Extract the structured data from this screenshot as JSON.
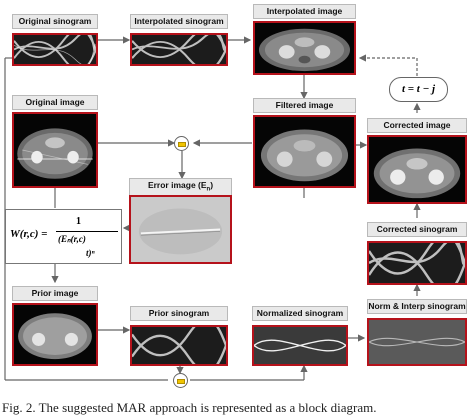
{
  "nodes": {
    "original_sinogram": "Original sinogram",
    "interpolated_sinogram": "Interpolated sinogram",
    "interpolated_image": "Interpolated image",
    "original_image": "Original image",
    "filtered_image": "Filtered image",
    "corrected_image": "Corrected image",
    "error_image": "Error image (E",
    "error_image_sub": "n",
    "error_image_close": ")",
    "corrected_sinogram": "Corrected sinogram",
    "prior_image": "Prior image",
    "prior_sinogram": "Prior sinogram",
    "normalized_sinogram": "Normalized sinogram",
    "norm_interp_sinogram": "Norm  & Interp sinogram"
  },
  "formula": {
    "lhs": "W(r,c) =",
    "numerator": "1",
    "denominator": "(Eₙ(r,c)",
    "denominator_tail": "t)ⁿ"
  },
  "update_rule": "t = t − j",
  "caption": "Fig. 2. The suggested MAR approach is represented as a block diagram.",
  "colors": {
    "frame": "#b5121b",
    "label_bg": "#e9e9e9",
    "operator": "#f0c400"
  },
  "icons": [
    "subtract-operator-icon"
  ]
}
